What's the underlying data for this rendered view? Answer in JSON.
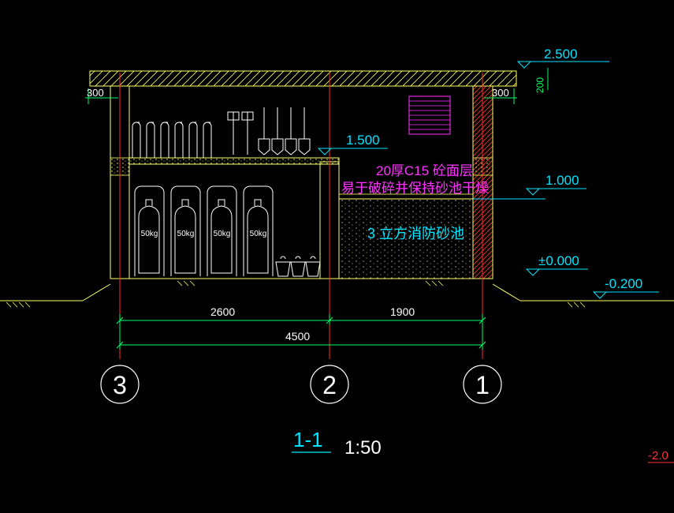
{
  "colors": {
    "background": "#000000",
    "structure": "#ffff66",
    "dimension": "#00ff66",
    "axis": "#ff2a2a",
    "equipment": "#ffffff",
    "level": "#00e5ff",
    "note": "#ff33ff",
    "wall_hatch": "#ff3333"
  },
  "levels": {
    "roof": "2.500",
    "roof_thickness": "200",
    "shelf": "1.500",
    "sand_pit_top": "1.000",
    "floor": "±0.000",
    "ground": "-0.200",
    "edge_fragment": "-2.0"
  },
  "eaves": {
    "left": "300",
    "right": "300"
  },
  "notes": {
    "coating_line1": "20厚C15 砼面层",
    "coating_line2": "易于破碎并保持砂池干燥",
    "sand_pit": "3 立方消防砂池"
  },
  "extinguishers": {
    "label": "50kg",
    "count": 4
  },
  "dimensions": {
    "left_span": "2600",
    "right_span": "1900",
    "total": "4500"
  },
  "axes": [
    "3",
    "2",
    "1"
  ],
  "section": {
    "name": "1-1",
    "scale": "1:50"
  }
}
